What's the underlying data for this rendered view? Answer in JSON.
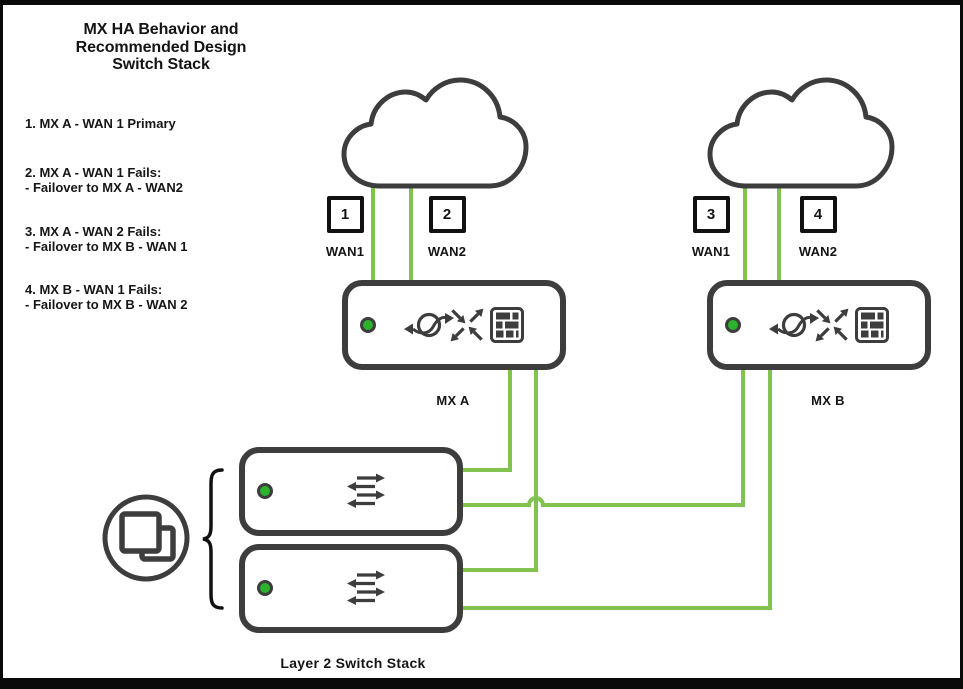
{
  "title": "MX HA Behavior and\nRecommended Design\nSwitch Stack",
  "legend": {
    "items": [
      {
        "heading": "1. MX A - WAN 1 Primary",
        "detail": ""
      },
      {
        "heading": "2. MX A - WAN 1 Fails:",
        "detail": "- Failover to MX A - WAN2"
      },
      {
        "heading": "3. MX A - WAN 2 Fails:",
        "detail": "- Failover to MX B - WAN 1"
      },
      {
        "heading": "4. MX B - WAN 1 Fails:",
        "detail": "- Failover to MX B - WAN 2"
      }
    ]
  },
  "ports": [
    {
      "number": "1",
      "label": "WAN1"
    },
    {
      "number": "2",
      "label": "WAN2"
    },
    {
      "number": "3",
      "label": "WAN1"
    },
    {
      "number": "4",
      "label": "WAN2"
    }
  ],
  "devices": {
    "mx_a_label": "MX A",
    "mx_b_label": "MX B",
    "switch_stack_label": "Layer 2 Switch Stack"
  },
  "icons": {
    "cloud": "internet-cloud-icon",
    "led": "status-led-icon",
    "router": "router-nat-icon",
    "traffic": "traffic-arrows-icon",
    "firewall": "firewall-brick-icon",
    "switch": "switch-arrows-icon",
    "stack": "stack-squares-icon",
    "brace": "curly-brace"
  },
  "colors": {
    "connection_green": "#82c350",
    "led_green": "#2db22d",
    "outline_dark": "#3d3d3d",
    "text_black": "#141414"
  }
}
